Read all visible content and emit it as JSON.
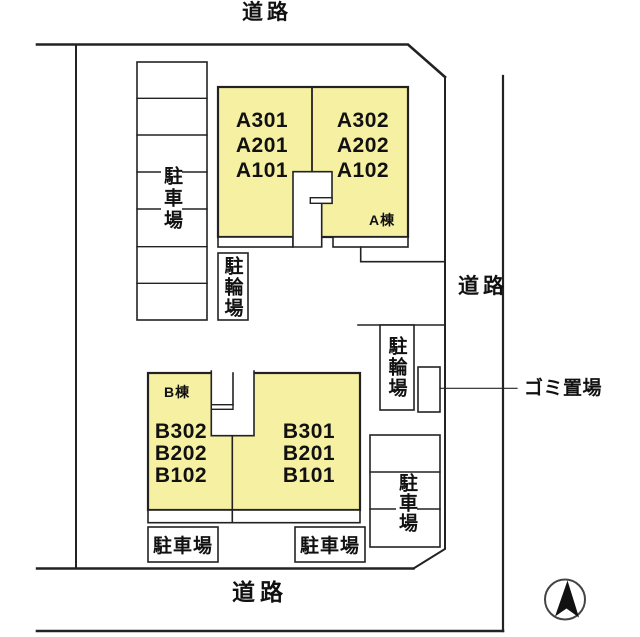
{
  "plan": {
    "road_top": "道路",
    "road_right": "道路",
    "road_bottom": "道路",
    "garbage_label": "ゴミ置場",
    "parking_label": "駐車場",
    "bicycle_label": "駐輪場",
    "building_a": {
      "name": "A棟",
      "left_units": [
        "A301",
        "A201",
        "A101"
      ],
      "right_units": [
        "A302",
        "A202",
        "A102"
      ]
    },
    "building_b": {
      "name": "B棟",
      "left_units": [
        "B302",
        "B202",
        "B102"
      ],
      "right_units": [
        "B301",
        "B201",
        "B101"
      ]
    },
    "colors": {
      "building_fill": "#f6f0a3",
      "line": "#222222"
    }
  }
}
